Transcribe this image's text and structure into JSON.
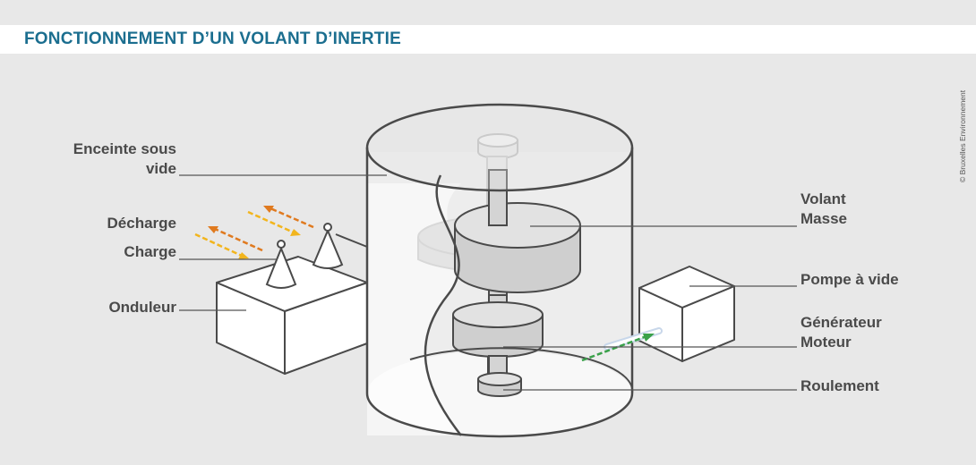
{
  "header": {
    "title": "FONCTIONNEMENT D’UN VOLANT D’INERTIE"
  },
  "credit": "© Bruxelles Environnement",
  "labels": {
    "enceinte_line1": "Enceinte sous",
    "enceinte_line2": "vide",
    "decharge": "Décharge",
    "charge": "Charge",
    "onduleur": "Onduleur",
    "volant": "Volant",
    "masse": "Masse",
    "pompe": "Pompe à vide",
    "generateur": "Générateur",
    "moteur": "Moteur",
    "roulement": "Roulement"
  },
  "colors": {
    "title": "#1b6e8f",
    "decharge_arrow": "#e07a1f",
    "charge_arrow": "#f2b51d",
    "motor_arrow": "#3aa14a"
  }
}
